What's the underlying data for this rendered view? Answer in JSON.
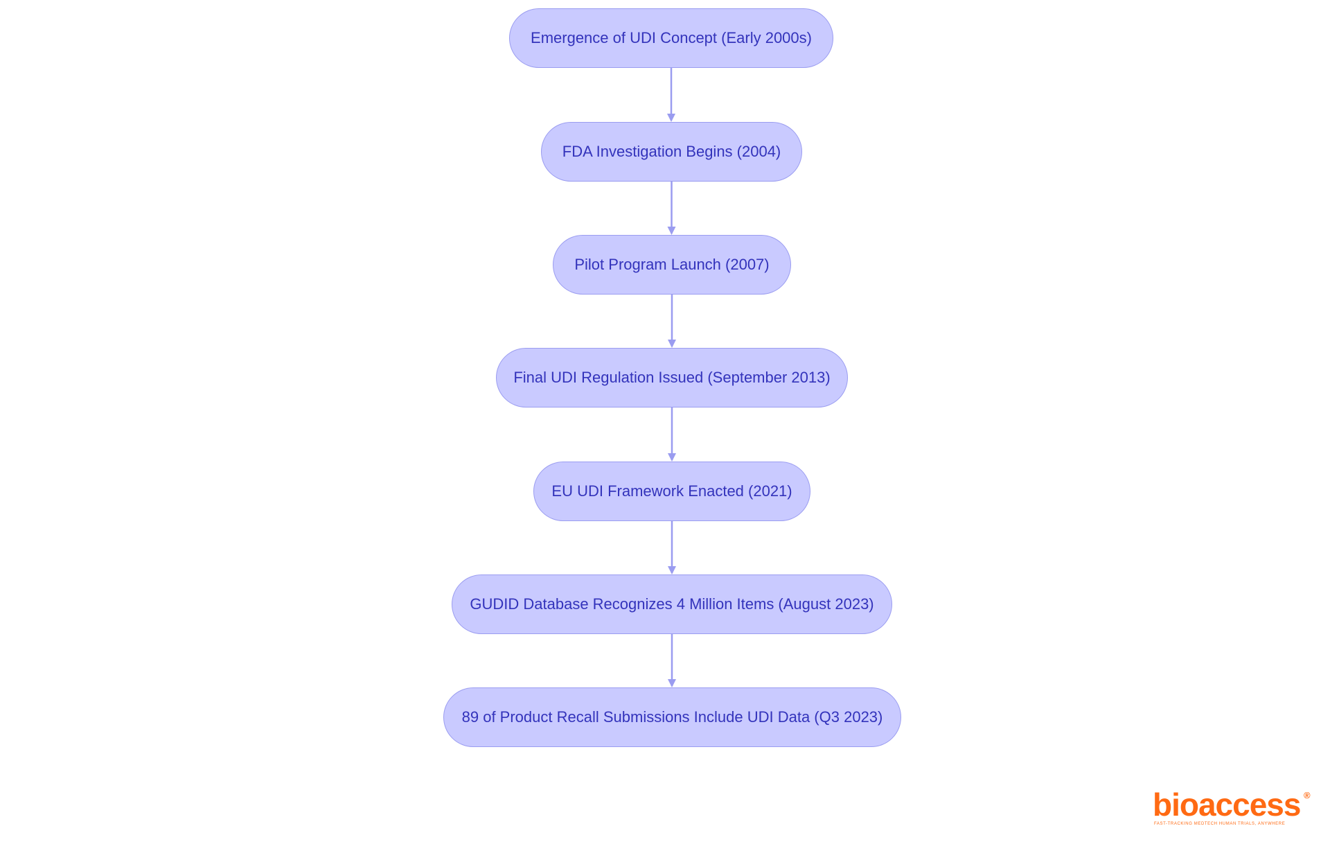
{
  "diagram": {
    "nodes": [
      {
        "id": "n1",
        "label": "Emergence of UDI Concept (Early 2000s)"
      },
      {
        "id": "n2",
        "label": "FDA Investigation Begins (2004)"
      },
      {
        "id": "n3",
        "label": "Pilot Program Launch (2007)"
      },
      {
        "id": "n4",
        "label": "Final UDI Regulation Issued (September 2013)"
      },
      {
        "id": "n5",
        "label": "EU UDI Framework Enacted (2021)"
      },
      {
        "id": "n6",
        "label": "GUDID Database Recognizes 4 Million Items (August 2023)"
      },
      {
        "id": "n7",
        "label": "89 of Product Recall Submissions Include UDI Data (Q3 2023)"
      }
    ],
    "edges": [
      {
        "from": "n1",
        "to": "n2"
      },
      {
        "from": "n2",
        "to": "n3"
      },
      {
        "from": "n3",
        "to": "n4"
      },
      {
        "from": "n4",
        "to": "n5"
      },
      {
        "from": "n5",
        "to": "n6"
      },
      {
        "from": "n6",
        "to": "n7"
      }
    ],
    "colors": {
      "node_fill": "#c9caff",
      "node_border": "#9a9cf0",
      "node_text": "#3333bb",
      "edge": "#9a9cf0"
    }
  },
  "logo": {
    "wordmark": "bioaccess",
    "registered": "®",
    "tagline": "FAST-TRACKING MEDTECH HUMAN TRIALS, ANYWHERE",
    "color": "#ff6a13"
  }
}
